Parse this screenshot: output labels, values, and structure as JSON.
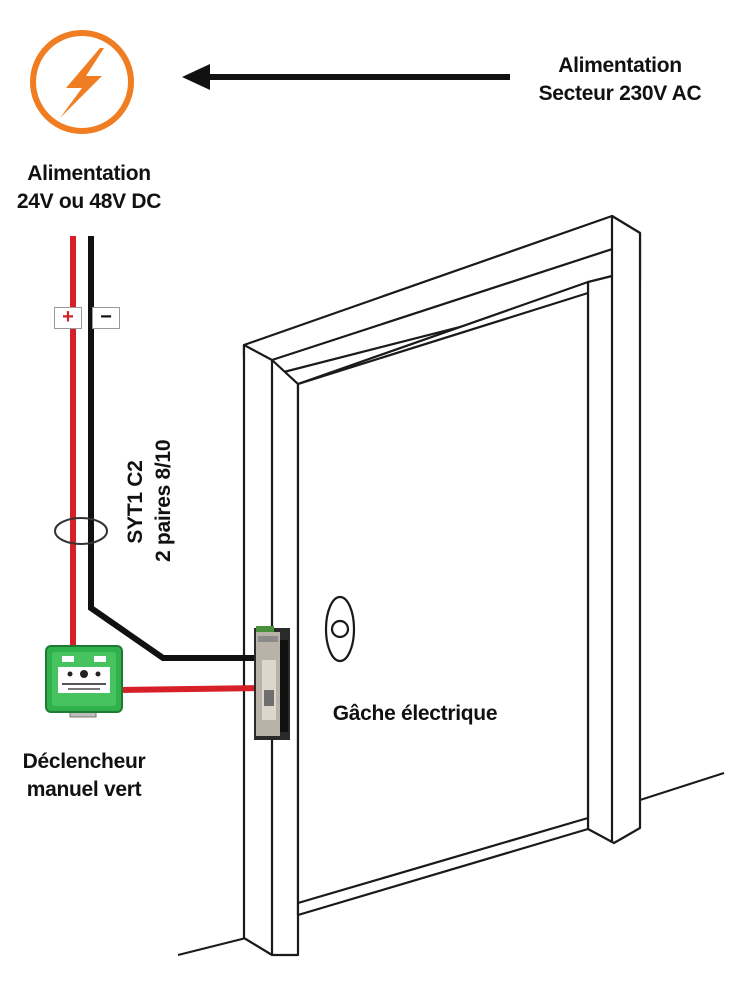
{
  "labels": {
    "mains_supply": [
      "Alimentation",
      "Secteur 230V AC"
    ],
    "dc_supply": [
      "Alimentation",
      "24V ou 48V DC"
    ],
    "cable": [
      "SYT1 C2",
      "2 paires 8/10"
    ],
    "electric_strike": "Gâche électrique",
    "call_point": [
      "Déclencheur",
      "manuel vert"
    ],
    "plus_terminal": "+",
    "minus_terminal": "−"
  },
  "colors": {
    "positive_wire": "#d61f26",
    "negative_wire": "#111111",
    "lightning_icon": "#f07d22",
    "call_point_body": "#2fb14b",
    "door_outline": "#1a1a1a"
  },
  "icons": {
    "power": "lightning-bolt-icon",
    "flow_arrow": "arrow-left-icon",
    "call_point": "green-call-point-icon",
    "strike": "electric-strike-icon",
    "door_handle": "door-handle-icon"
  }
}
